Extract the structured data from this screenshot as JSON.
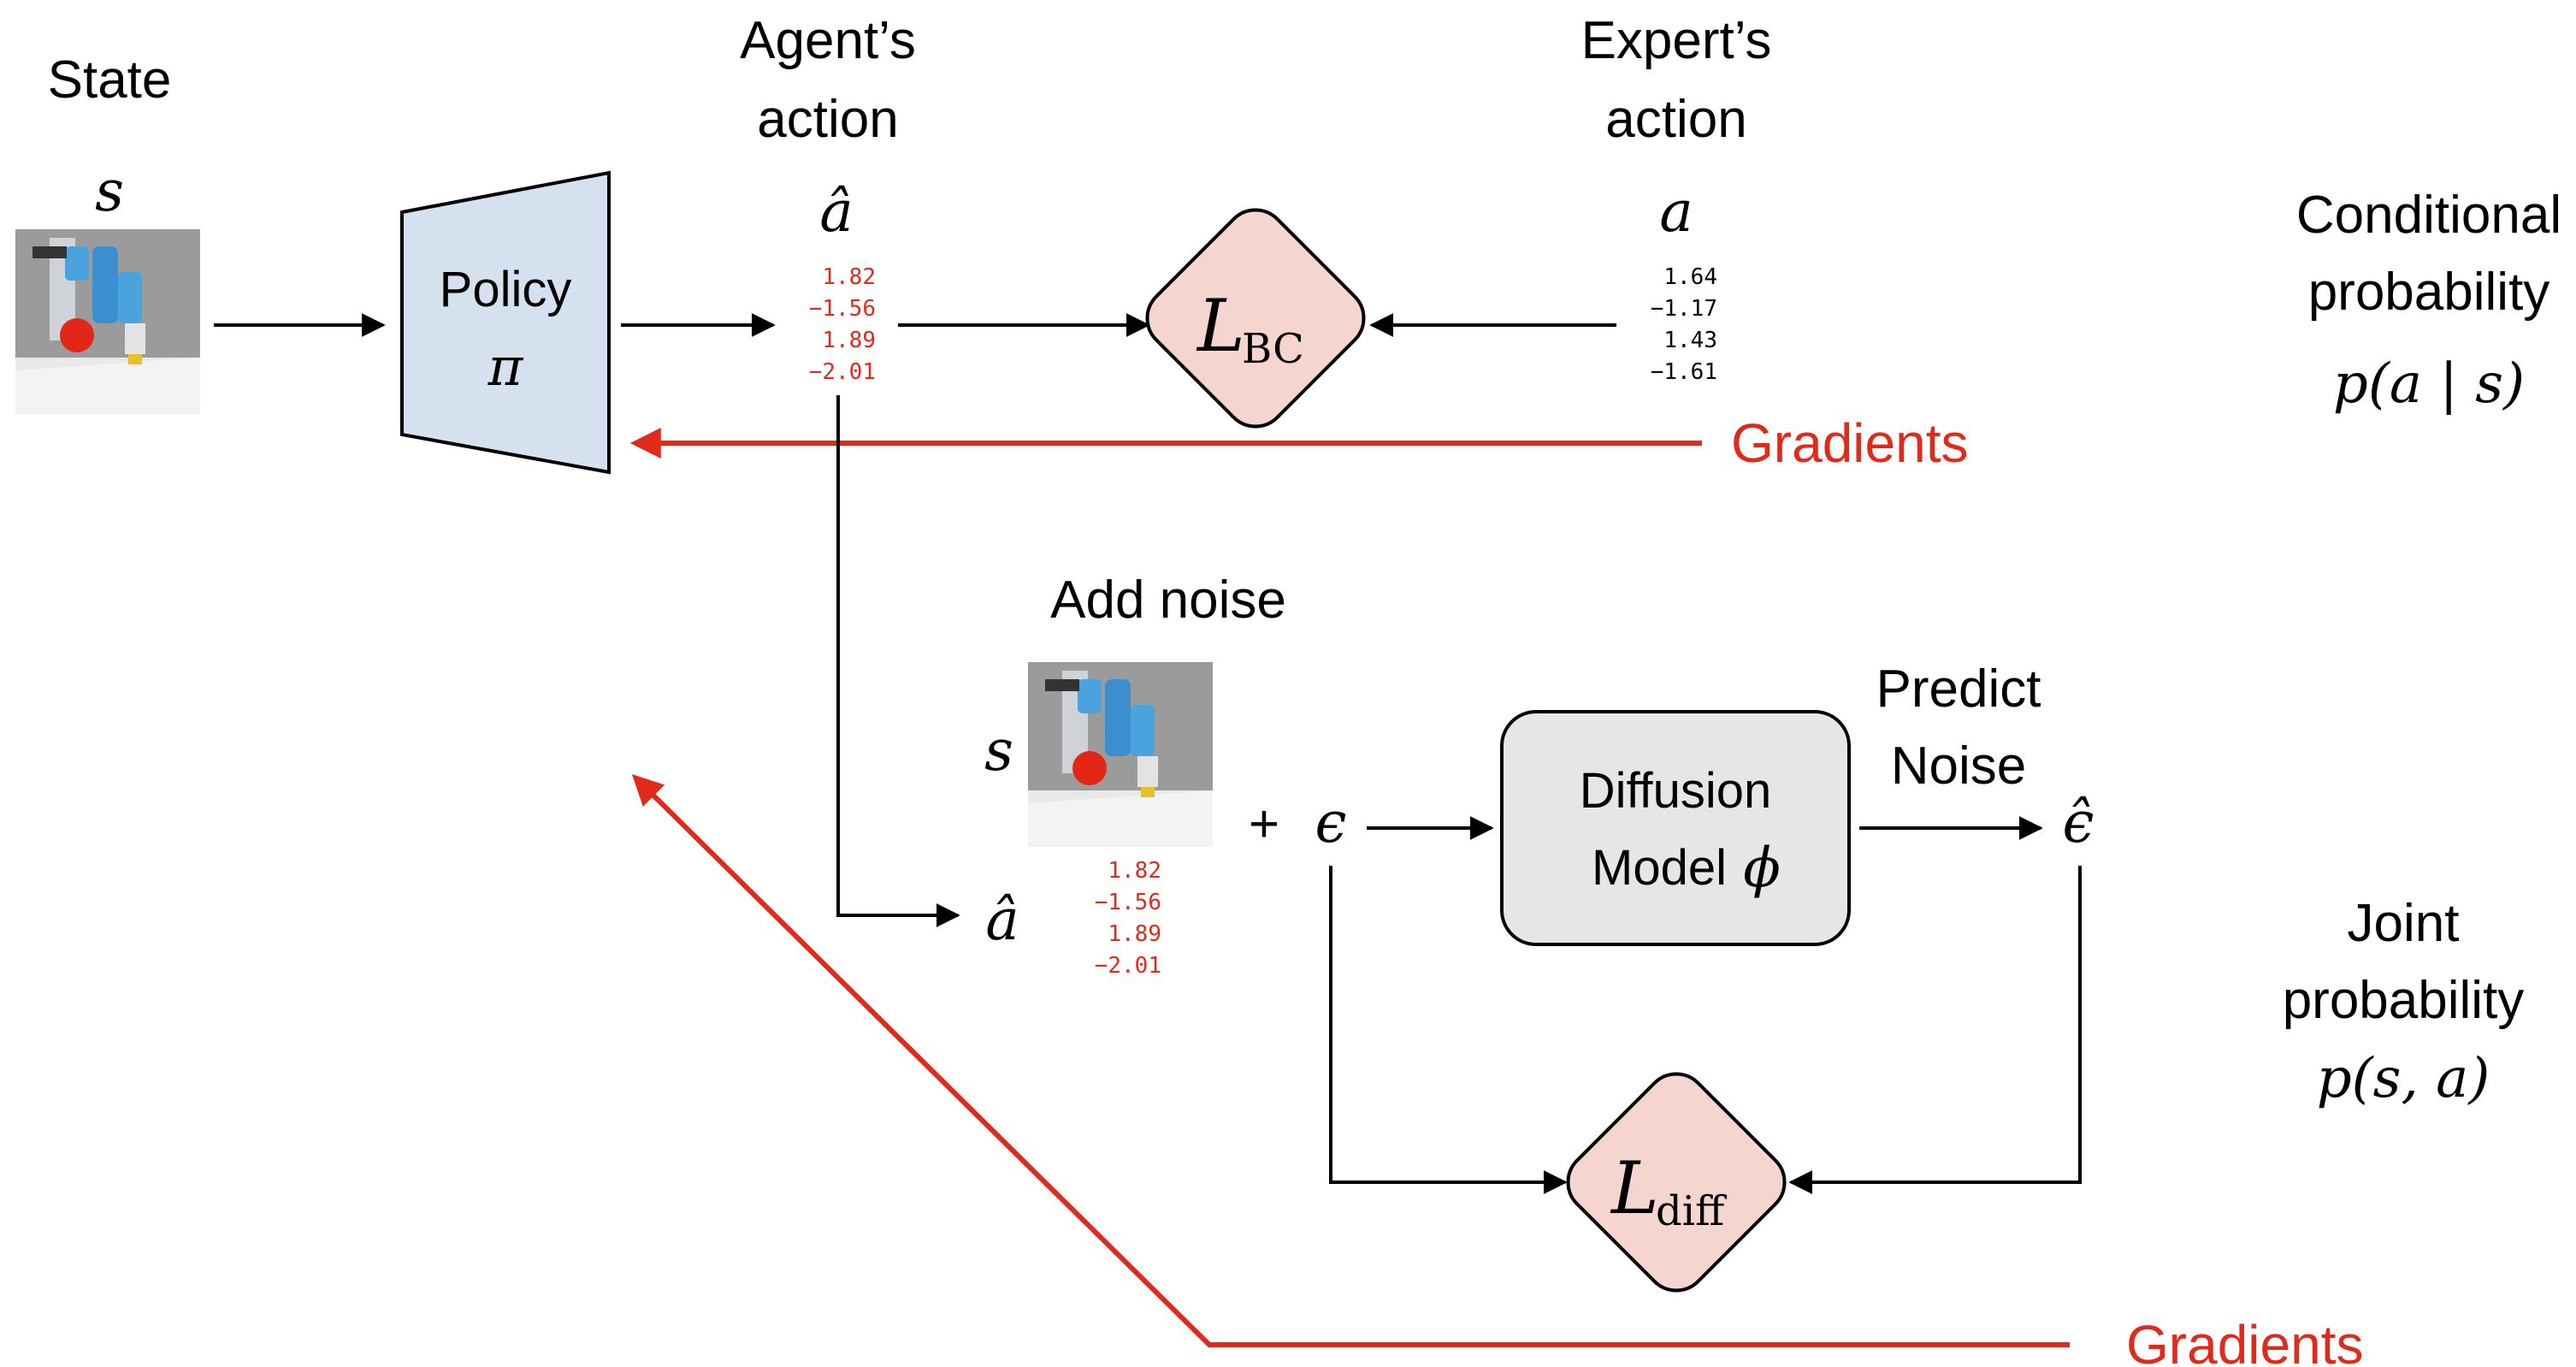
{
  "labels": {
    "state": "State",
    "state_var": "s",
    "agent_action": [
      "Agent’s",
      "action"
    ],
    "agent_action_var": "â",
    "expert_action": [
      "Expert’s",
      "action"
    ],
    "expert_action_var": "a",
    "policy": "Policy",
    "policy_var": "π",
    "loss_bc_main": "L",
    "loss_bc_sub": "BC",
    "conditional": [
      "Conditional",
      "probability"
    ],
    "conditional_formula": "p(a | s)",
    "gradients_top": "Gradients",
    "add_noise": "Add noise",
    "noise_state_var": "s",
    "noise_action_var": "â",
    "plus": "+",
    "epsilon": "ϵ",
    "diffusion": [
      "Diffusion",
      "Model"
    ],
    "diffusion_var": "ϕ",
    "predict_noise": [
      "Predict",
      "Noise"
    ],
    "epsilon_hat": "ϵ̂",
    "loss_diff_main": "L",
    "loss_diff_sub": "diff",
    "joint": [
      "Joint",
      "probability"
    ],
    "joint_formula": "p(s, a)",
    "gradients_bottom": "Gradients"
  },
  "agent_action_values": [
    "1.82",
    "−1.56",
    "1.89",
    "−2.01"
  ],
  "expert_action_values": [
    "1.64",
    "−1.17",
    "1.43",
    "−1.61"
  ],
  "noisy_action_values": [
    "1.82",
    "−1.56",
    "1.89",
    "−2.01"
  ],
  "colors": {
    "gradient_red": "#e02a1b",
    "policy_fill": "#d5e1ee",
    "loss_fill": "#f5d5cf",
    "diffusion_fill": "#e6e6e6"
  }
}
